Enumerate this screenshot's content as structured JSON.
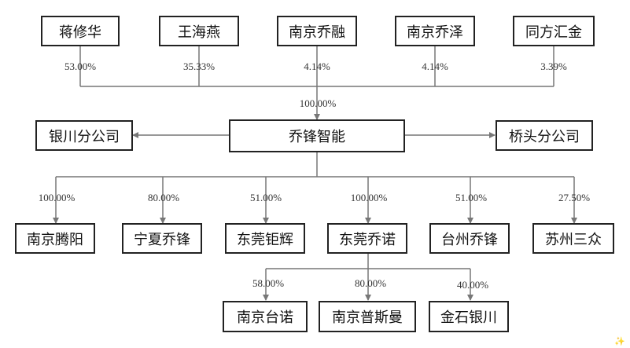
{
  "nodes": {
    "jiang_xiuhua": "蒋修华",
    "wang_haiyan": "王海燕",
    "nanjing_qiaorong": "南京乔融",
    "nanjing_qiaoze": "南京乔泽",
    "tongfang_huijin": "同方汇金",
    "qiaofeng_zhineng": "乔锋智能",
    "yinchuan_branch": "银川分公司",
    "qiaotou_branch": "桥头分公司",
    "nanjing_tengyang": "南京腾阳",
    "ningxia_qiaofeng": "宁夏乔锋",
    "dongguan_juhui": "东莞钜辉",
    "dongguan_qiaonuo": "东莞乔诺",
    "taizhou_qiaofeng": "台州乔锋",
    "suzhou_sanzhong": "苏州三众",
    "nanjing_tainuo": "南京台诺",
    "nanjing_pusiman": "南京普斯曼",
    "jinshi_yinchuan": "金石银川"
  },
  "percentages": {
    "jiang_xiuhua": "53.00%",
    "wang_haiyan": "35.33%",
    "nanjing_qiaorong": "4.14%",
    "nanjing_qiaoze": "4.14%",
    "tongfang_huijin": "3.39%",
    "shareholders_total": "100.00%",
    "nanjing_tengyang": "100.00%",
    "ningxia_qiaofeng": "80.00%",
    "dongguan_juhui": "51.00%",
    "dongguan_qiaonuo": "100.00%",
    "taizhou_qiaofeng": "51.00%",
    "suzhou_sanzhong": "27.50%",
    "nanjing_tainuo": "58.00%",
    "nanjing_pusiman": "80.00%",
    "jinshi_yinchuan": "40.00%"
  },
  "watermark": "✨",
  "colors": {
    "line": "#777777",
    "border": "#222222"
  }
}
